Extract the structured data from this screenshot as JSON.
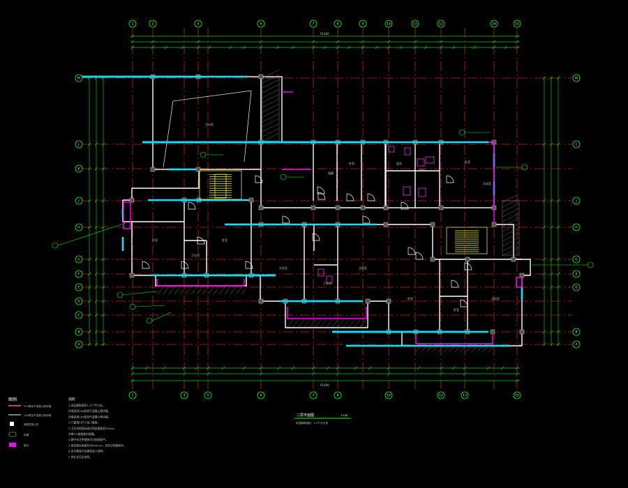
{
  "drawing": {
    "title": "二层平面图",
    "scale": "1:100",
    "subtitle": "本层建筑面积：1,377平方米"
  },
  "grid": {
    "top_axes": [
      "1",
      "2",
      "4",
      "6",
      "7",
      "8",
      "9",
      "10",
      "11",
      "12",
      "14",
      "15"
    ],
    "bottom_axes": [
      "1",
      "3",
      "5",
      "6",
      "7",
      "8",
      "10",
      "12",
      "13",
      "15"
    ],
    "left_axes": [
      "M",
      "L",
      "K",
      "J",
      "H",
      "G",
      "F",
      "E",
      "D",
      "C",
      "B",
      "A"
    ],
    "right_axes": [
      "M",
      "L",
      "J",
      "H",
      "G",
      "E",
      "D",
      "B",
      "A"
    ],
    "total_dimension": "61400"
  },
  "rooms": {
    "r1": "活动室",
    "r2": "卧室",
    "r3": "卧室",
    "r4": "卫生间",
    "r5": "卫生间",
    "r6": "盥洗",
    "r7": "厕所",
    "r8": "储藏",
    "r9": "活动室",
    "r10": "活动室",
    "r11": "卧室",
    "r12": "卧室",
    "r13": "活动室",
    "r14": "卧室",
    "r15": "活动室",
    "r16": "卧室"
  },
  "legend": {
    "title": "图例",
    "items": [
      {
        "label": "200厚加气混凝土砌块墙"
      },
      {
        "label": "100厚加气混凝土砌块墙"
      },
      {
        "label": "钢筋混凝土柱"
      },
      {
        "label": "地漏"
      },
      {
        "label": "窗台"
      }
    ]
  },
  "notes": {
    "title": "说明：",
    "lines": [
      "1.本层建筑面积1,377平方米。",
      "  外墙采用200厚加气混凝土砌块墙，",
      "  内墙采用100厚加气混凝土砌块墙。",
      "2.门窗洞口尺寸见门窗表。",
      "3.卫生间地面标高比同层楼面低20mm。",
      "  并做1%坡度坡向地漏。",
      "4.图中未注明墙体均为轴线居中。",
      "5.所有窗台高度均为900mm，另有注明者除外。",
      "6.未尽事宜详见建筑设计说明。",
      "7.其它详见总说明。"
    ]
  },
  "colors": {
    "background": "#000000",
    "axis": "#00ff00",
    "wall": "#ffffff",
    "window": "#00e5ff",
    "column": "#5a5a5a",
    "railing": "#ff00ff",
    "stair": "#ffff00",
    "gridline": "#ff3030",
    "dimension": "#00ff00"
  }
}
